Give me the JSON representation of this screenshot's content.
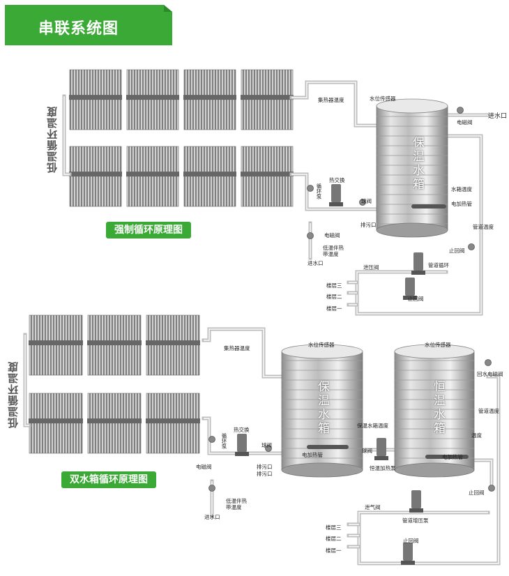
{
  "header": {
    "title": "串联系统图",
    "accent_color": "#3aa935"
  },
  "section1": {
    "title": "强制循环原理图",
    "side_label": "低温循环温度",
    "tank_label": "保温水箱",
    "labels": {
      "collector_temp": "集热器温度",
      "level_sensor": "水位传感器",
      "inlet": "进水口",
      "solenoid": "电磁阀",
      "heat_exchange": "热交换",
      "circ_pump": "循环泵",
      "ball_valve": "球阀",
      "drain": "排污口",
      "tank_temp": "水箱温度",
      "heater": "电加热管",
      "pipe_temp": "管道温度",
      "solenoid2": "电磁阀",
      "trace_temp": "低温伴热带温度",
      "inlet2": "进水口",
      "check_valve": "止回阀",
      "pipe_circ": "管道循环",
      "vent_valve": "泄压阀",
      "check_valve2": "止回阀",
      "floor3": "楼层三",
      "floor2": "楼层二",
      "floor1": "楼层一"
    }
  },
  "section2": {
    "title": "双水箱循环原理图",
    "side_label": "低温循环温度",
    "tank1_label": "保温水箱",
    "tank2_label": "恒温水箱",
    "labels": {
      "collector_temp": "集热器温度",
      "level_sensor1": "水位传感器",
      "level_sensor2": "水位传感器",
      "return_solenoid": "回水电磁阀",
      "pipe_temp": "管道温度",
      "heat_exchange": "热交换",
      "circ_pump": "循环泵",
      "ball_valve1": "球阀",
      "drain1": "排污口",
      "drain2": "排污口",
      "tank_temp": "保温水箱温度",
      "heater1": "电加热管",
      "ball_valve2": "球阀",
      "const_pump": "恒温加热泵",
      "temp": "温度",
      "heater2": "电加热管",
      "solenoid": "电磁阀",
      "trace_temp": "低温伴热带温度",
      "inlet": "进水口",
      "check_valve": "止回阀",
      "vent_valve": "泄气阀",
      "booster": "管道增压泵",
      "check_valve2": "止回阀",
      "floor3": "楼层三",
      "floor2": "楼层二",
      "floor1": "楼层一"
    }
  }
}
